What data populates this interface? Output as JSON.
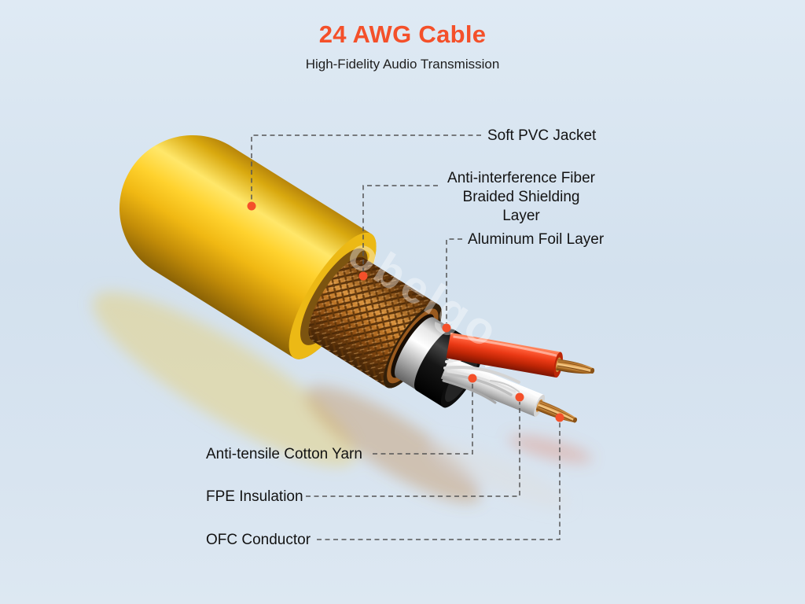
{
  "page": {
    "title": "24 AWG Cable",
    "subtitle": "High-Fidelity Audio Transmission",
    "watermark": "obelgo"
  },
  "callouts": {
    "pvc": {
      "label": "Soft PVC Jacket"
    },
    "braid": {
      "label_line1": "Anti-interference Fiber",
      "label_line2": "Braided Shielding Layer"
    },
    "foil": {
      "label": "Aluminum Foil Layer"
    },
    "cotton": {
      "label": "Anti-tensile Cotton Yarn"
    },
    "fpe": {
      "label": "FPE Insulation"
    },
    "ofc": {
      "label": "OFC Conductor"
    }
  },
  "colors": {
    "accent": "#F4502A",
    "text": "#131313",
    "background": "#D6E3EF",
    "jacket_yellow": "#FFD22E",
    "braid_copper": "#C27A2A",
    "foil_silver": "#CFCFCF",
    "foil_black": "#161616",
    "wire_red": "#EA3915",
    "wire_white": "#F2F2F2",
    "conductor_copper": "#CF8C3E",
    "leader_line": "#555555"
  }
}
